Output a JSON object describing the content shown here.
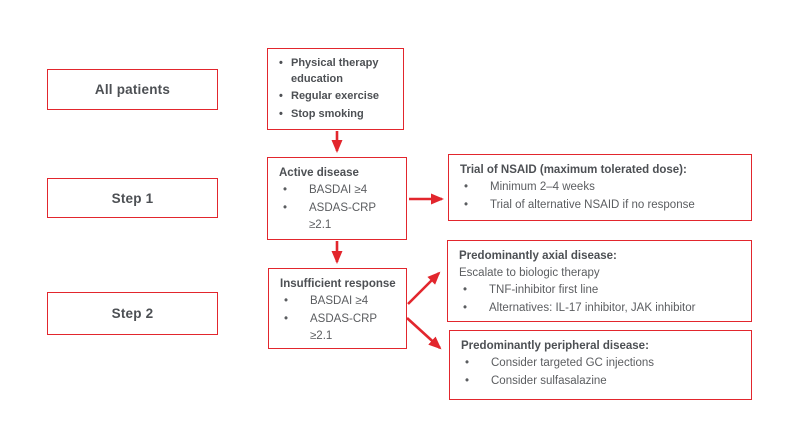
{
  "palette": {
    "accent_red": "#e2262d",
    "heading_text": "#4d5054",
    "body_text": "#5b5d60",
    "background": "#ffffff"
  },
  "stage_labels": {
    "all_patients": "All patients",
    "step1": "Step 1",
    "step2": "Step 2"
  },
  "lifestyle_box": {
    "bullets": [
      "Physical therapy education",
      "Regular exercise",
      "Stop smoking"
    ]
  },
  "active_disease_box": {
    "title": "Active disease",
    "bullets": [
      "BASDAI ≥4",
      "ASDAS-CRP ≥2.1"
    ]
  },
  "insufficient_response_box": {
    "title": "Insufficient response",
    "bullets": [
      "BASDAI ≥4",
      "ASDAS-CRP ≥2.1"
    ]
  },
  "nsaid_box": {
    "title": "Trial of NSAID (maximum tolerated dose):",
    "bullets": [
      "Minimum 2–4 weeks",
      "Trial of alternative NSAID if no response"
    ]
  },
  "axial_box": {
    "title": "Predominantly axial disease:",
    "subtitle": "Escalate to biologic therapy",
    "bullets": [
      "TNF-inhibitor first line",
      "Alternatives: IL-17 inhibitor, JAK inhibitor"
    ]
  },
  "peripheral_box": {
    "title": "Predominantly peripheral disease:",
    "bullets": [
      "Consider targeted GC injections",
      "Consider sulfasalazine"
    ]
  }
}
